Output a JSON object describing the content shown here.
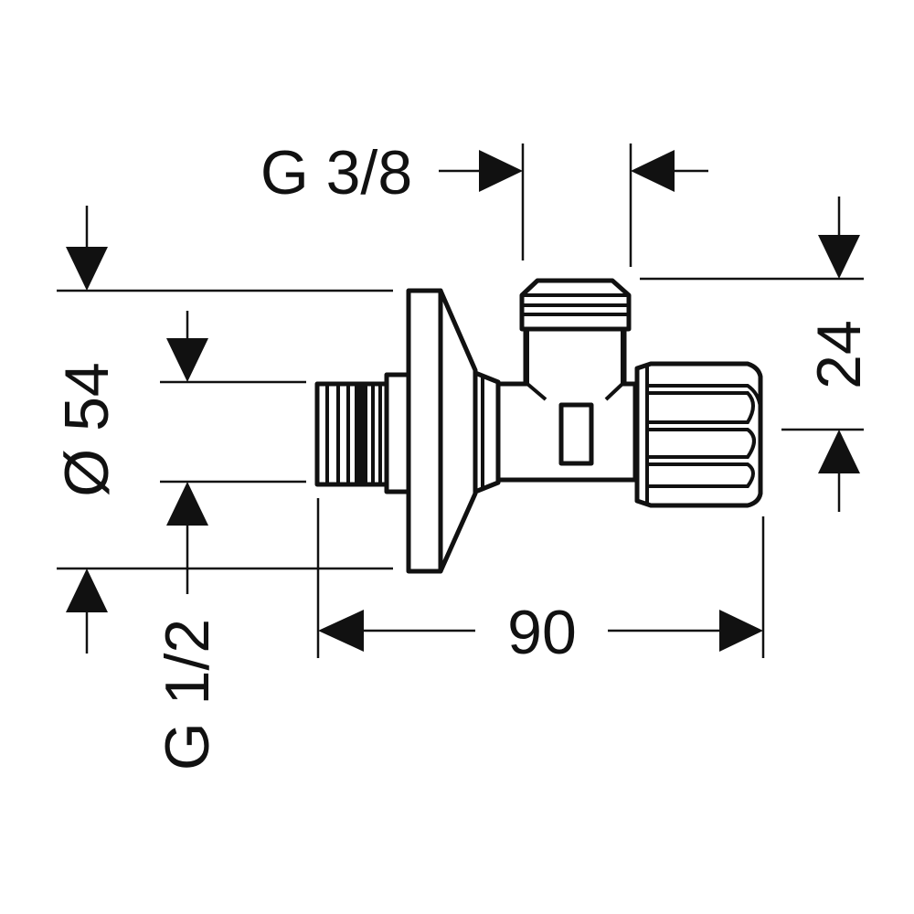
{
  "drawing": {
    "dimensions": {
      "outlet_thread": "G 3/8",
      "inlet_thread": "G 1/2",
      "rosette_diameter": "Ø 54",
      "height_offset": "24",
      "overall_length": "90"
    },
    "colors": {
      "line": "#111111",
      "background": "#ffffff"
    }
  }
}
